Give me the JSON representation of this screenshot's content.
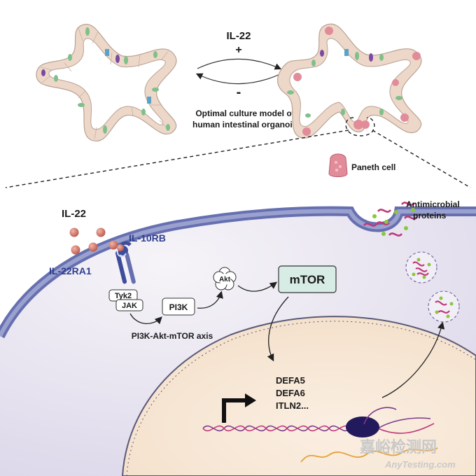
{
  "top": {
    "cytokine": "IL-22",
    "plus": "+",
    "minus": "-",
    "caption_line1": "Optimal culture model of",
    "caption_line2": "human intestinal organoid"
  },
  "legend": {
    "paneth": "Paneth cell"
  },
  "cell": {
    "ligand": "IL-22",
    "receptor_b": "IL-10RB",
    "receptor_a": "IL-22RA1",
    "kinase1": "Tyk2",
    "kinase2": "JAK",
    "pi3k": "PI3K",
    "akt": "Akt",
    "mtor": "mTOR",
    "axis": "PI3K-Akt-mTOR axis",
    "amp_line1": "Antimicrobial",
    "amp_line2": "proteins",
    "gene1": "DEFA5",
    "gene2": "DEFA6",
    "gene3": "ITLN2..."
  },
  "watermark": {
    "cn": "嘉峪检测网",
    "en": "AnyTesting.com"
  },
  "colors": {
    "membrane": "#6670b0",
    "cytoplasm": "#ece9f3",
    "nucleus": "#f8e8d6",
    "mtor_box": "#d8ece6",
    "paneth": "#e28c9a",
    "granule": "#8cc63f",
    "protein": "#c0387a"
  }
}
